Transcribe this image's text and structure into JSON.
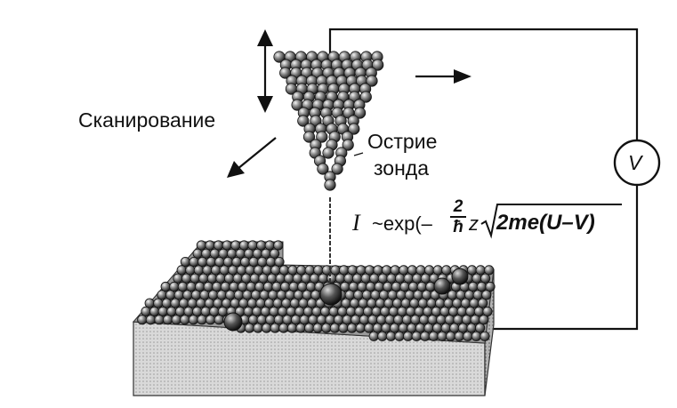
{
  "labels": {
    "scanning": "Сканирование",
    "tip_line1": "Острие",
    "tip_line2": "зонда",
    "voltmeter": "V"
  },
  "formula": {
    "current": "I",
    "prefix": "~exp(–",
    "numerator": "2",
    "denominator": "ħ",
    "z": "z",
    "radicand": "2me(U–V)"
  },
  "colors": {
    "line": "#111111",
    "atom_dark": "#2e2e2e",
    "atom_light": "#e4e4e4",
    "substrate_front": "#d6d6d6",
    "substrate_side": "#a9a9a9"
  },
  "icons": [
    "vertical-double-arrow-icon",
    "scan-arrow-icon",
    "right-arrow-icon",
    "voltmeter-icon"
  ]
}
